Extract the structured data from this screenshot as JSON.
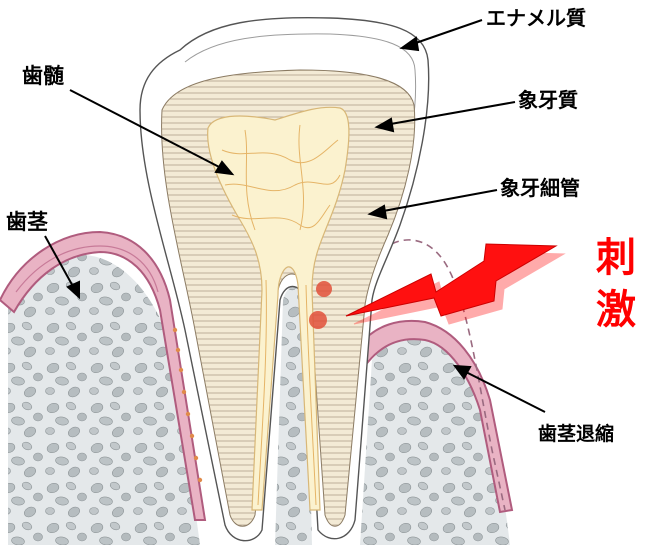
{
  "labels": {
    "enamel": "エナメル質",
    "pulp": "歯髄",
    "dentin": "象牙質",
    "tubule": "象牙細管",
    "gum": "歯茎",
    "recession": "歯茎退縮",
    "stimulus_1": "刺",
    "stimulus_2": "激"
  },
  "colors": {
    "stimulus": "#ff0000",
    "gum": "#e9b3c4",
    "gum_edge": "#b05c7e",
    "pulp": "#fbf2cf",
    "dentin": "#f5ecd6",
    "nerve": "#e8b868",
    "red_spot": "#e0503a",
    "bone_fill": "#dfe3e5",
    "bone_stone": "#b9c0c3"
  },
  "icons": {
    "stimulus": "lightning-bolt-icon"
  }
}
